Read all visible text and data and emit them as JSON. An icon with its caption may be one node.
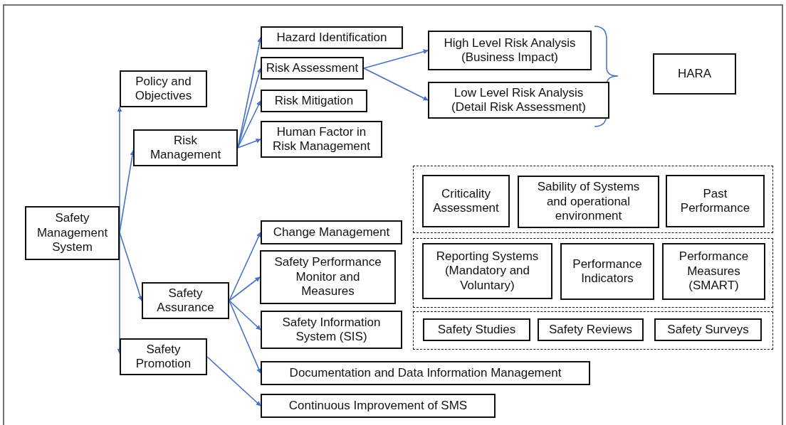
{
  "diagram": {
    "nodes": [
      {
        "text": [
          "Safety Management System"
        ]
      },
      {
        "text": [
          "Policy and Objectives"
        ]
      },
      {
        "text": [
          "Risk Management"
        ]
      },
      {
        "text": [
          "Safety Assurance"
        ]
      },
      {
        "text": [
          "Safety Promotion"
        ]
      },
      {
        "text": [
          "Hazard Identification"
        ]
      },
      {
        "text": [
          "Risk Assessment"
        ]
      },
      {
        "text": [
          "Risk Mitigation"
        ]
      },
      {
        "text": [
          "Human Factor in Risk Management"
        ]
      },
      {
        "text": [
          "High Level Risk Analysis (Business Impact)"
        ]
      },
      {
        "text": [
          "Low Level Risk Analysis (Detail Risk Assessment)"
        ]
      },
      {
        "text": [
          "HARA"
        ]
      },
      {
        "text": [
          "Change Management"
        ]
      },
      {
        "text": [
          "Safety Performance Monitor and Measures"
        ]
      },
      {
        "text": [
          "Safety Information System (SIS)"
        ]
      },
      {
        "text": [
          "Documentation and Data Information Management"
        ]
      },
      {
        "text": [
          "Continuous Improvement of SMS"
        ]
      },
      {
        "text": [],
        "shape": "box"
      },
      {
        "text": [
          "Criticality Assessment"
        ],
        "in": 17
      },
      {
        "text": [
          "Sability of Systems and operational environment"
        ],
        "in": 17
      },
      {
        "text": [
          "Past Performance"
        ],
        "in": 17
      },
      {
        "text": [],
        "shape": "box"
      },
      {
        "text": [
          "Reporting Systems (Mandatory and Voluntary)"
        ],
        "in": 21
      },
      {
        "text": [
          "Performance Indicators"
        ],
        "in": 21
      },
      {
        "text": [
          "Performance Measures (SMART)"
        ],
        "in": 21
      },
      {
        "text": [],
        "shape": "box"
      },
      {
        "text": [
          "Safety Studies"
        ],
        "in": 25
      },
      {
        "text": [
          "Safety Reviews"
        ],
        "in": 25
      },
      {
        "text": [
          "Safety Surveys"
        ],
        "in": 25
      }
    ],
    "edges": [
      {
        "from": 0,
        "to": 1,
        "arrow": "to"
      },
      {
        "from": 0,
        "to": 2,
        "arrow": "to"
      },
      {
        "from": 0,
        "to": 3,
        "arrow": "to"
      },
      {
        "from": 0,
        "to": 4,
        "arrow": "to"
      },
      {
        "from": 2,
        "to": 5,
        "arrow": "to"
      },
      {
        "from": 2,
        "to": 6,
        "arrow": "to"
      },
      {
        "from": 2,
        "to": 7,
        "arrow": "to"
      },
      {
        "from": 2,
        "to": 8,
        "arrow": "to"
      },
      {
        "from": 6,
        "to": 9,
        "arrow": "to"
      },
      {
        "from": 6,
        "to": 10,
        "arrow": "to"
      },
      {
        "from": 3,
        "to": 12,
        "arrow": "to"
      },
      {
        "from": 3,
        "to": 13,
        "arrow": "to"
      },
      {
        "from": 3,
        "to": 14,
        "arrow": "to"
      },
      {
        "from": 3,
        "to": 15,
        "arrow": "to"
      },
      {
        "from": 4,
        "to": 16,
        "arrow": "to"
      }
    ]
  }
}
